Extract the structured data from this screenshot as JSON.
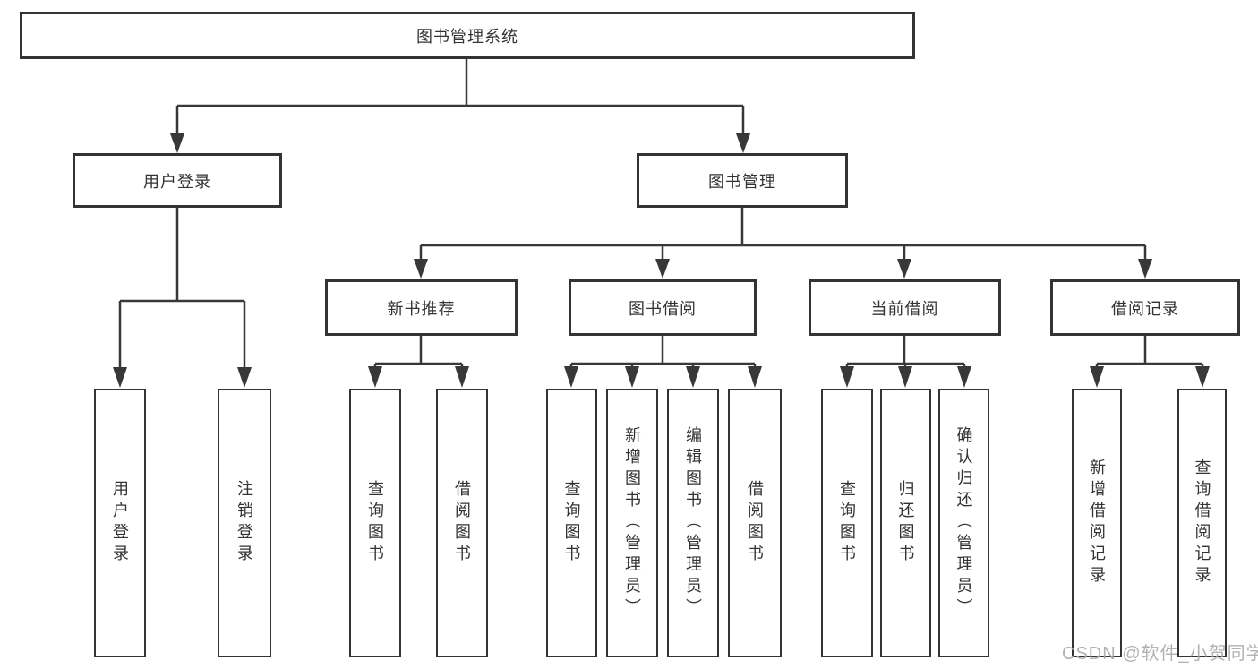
{
  "title": "图书管理系统",
  "branches": {
    "user": {
      "label": "用户登录",
      "children": [
        "用户登录",
        "注销登录"
      ]
    },
    "book": {
      "label": "图书管理",
      "modules": [
        {
          "label": "新书推荐",
          "children": [
            "查询图书",
            "借阅图书"
          ]
        },
        {
          "label": "图书借阅",
          "children": [
            "查询图书",
            "新增图书（管理员）",
            "编辑图书（管理员）",
            "借阅图书"
          ]
        },
        {
          "label": "当前借阅",
          "children": [
            "查询图书",
            "归还图书",
            "确认归还（管理员）"
          ]
        },
        {
          "label": "借阅记录",
          "children": [
            "新增借阅记录",
            "查询借阅记录"
          ]
        }
      ]
    }
  },
  "watermark": "CSDN @软件_小贺同学",
  "colors": {
    "line": "#383838",
    "text": "#333333",
    "box_bg": "#ffffff",
    "watermark": "#a8a8a8"
  }
}
